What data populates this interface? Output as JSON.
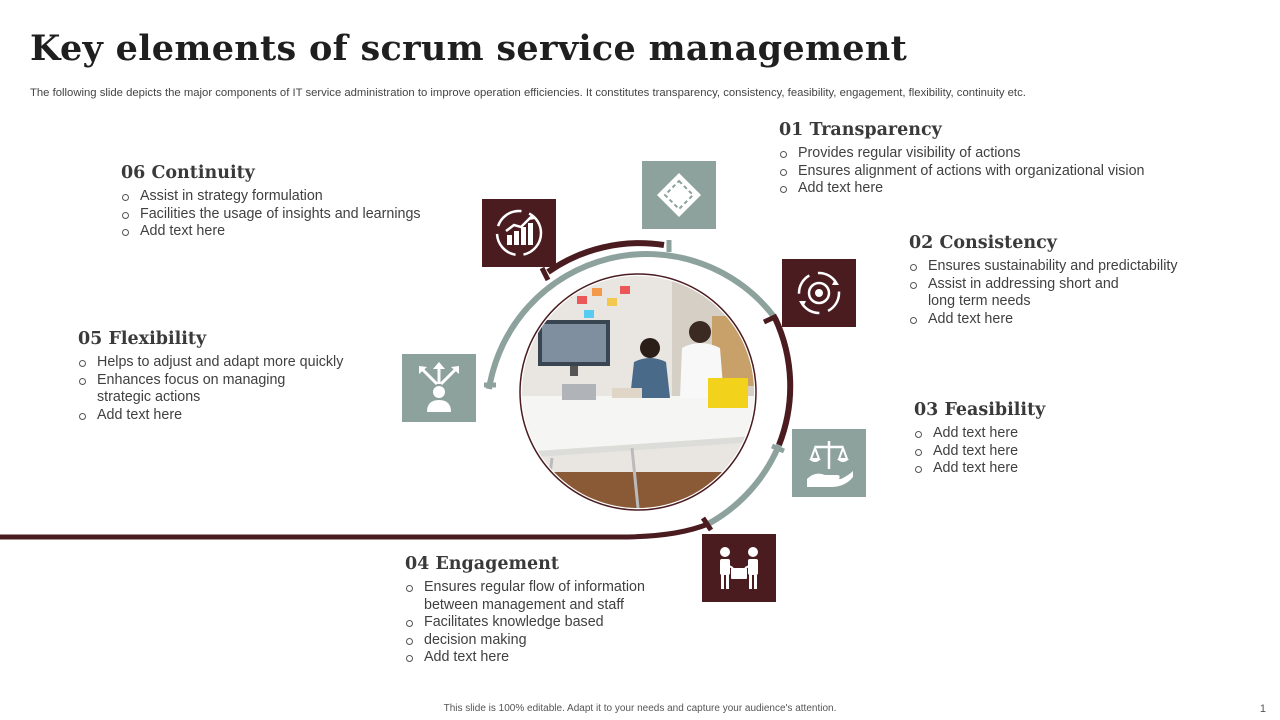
{
  "slide": {
    "title": "Key elements of scrum service management",
    "subtitle": "The following slide depicts the major components of IT  service administration to improve operation efficiencies. It constitutes transparency, consistency, feasibility, engagement, flexibility, continuity etc.",
    "footer": "This slide is 100% editable.  Adapt it to your needs and capture your audience's attention.",
    "page_number": "1"
  },
  "colors": {
    "accent_dark": "#4a1c20",
    "accent_gray": "#8da29d"
  },
  "sections": {
    "transparency": {
      "heading": "01 Transparency",
      "icon": "diamond-icon",
      "items": [
        "Provides regular visibility of actions",
        "Ensures alignment of actions with organizational vision",
        "Add text here"
      ]
    },
    "consistency": {
      "heading": "02 Consistency",
      "icon": "target-cycle-icon",
      "items": [
        "Ensures sustainability and predictability",
        "Assist in addressing short and long term needs",
        "Add text here"
      ]
    },
    "feasibility": {
      "heading": "03 Feasibility",
      "icon": "balance-hand-icon",
      "items": [
        "Add text here",
        "Add text here",
        "Add text here"
      ]
    },
    "engagement": {
      "heading": "04 Engagement",
      "icon": "handshake-people-icon",
      "items": [
        "Ensures regular flow of information between management and staff",
        "Facilitates knowledge based",
        "decision making",
        "Add text here"
      ]
    },
    "flexibility": {
      "heading": "05 Flexibility",
      "icon": "person-arrows-icon",
      "items": [
        "Helps to adjust and adapt more quickly",
        "Enhances focus on managing strategic actions",
        "Add text here"
      ]
    },
    "continuity": {
      "heading": "06 Continuity",
      "icon": "growth-chart-icon",
      "items": [
        "Assist in strategy formulation",
        "Facilities the usage of insights and learnings",
        "Add text here"
      ]
    }
  }
}
